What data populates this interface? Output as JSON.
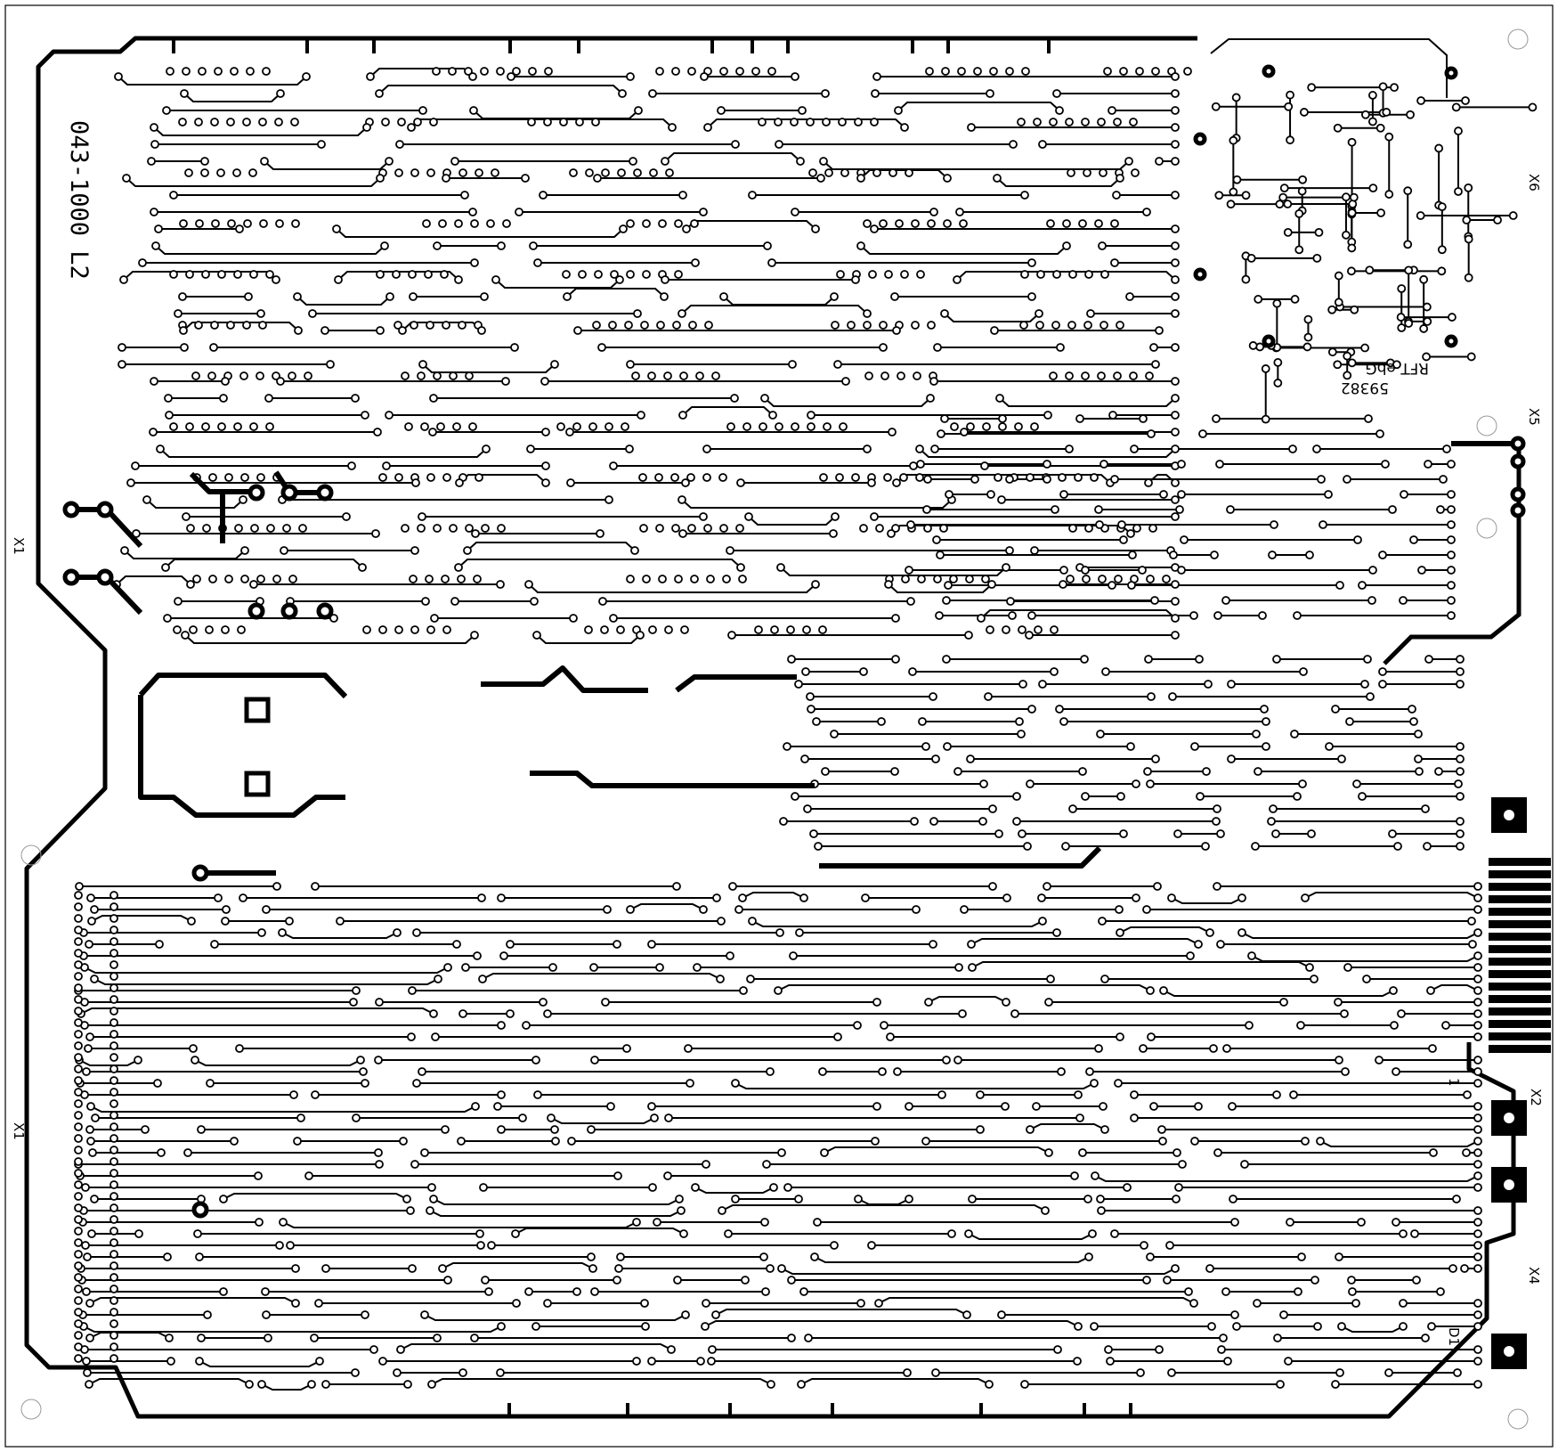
{
  "board": {
    "code_label": "043-1000 L2",
    "maker_label": "RFT ebG",
    "number_label": "59382",
    "pin_label": "1",
    "led_label": "D1"
  },
  "connectors": {
    "x1_top": "X1",
    "x1_bottom": "X1",
    "x2": "X2",
    "x4": "X4",
    "x5": "X5",
    "x6": "X6"
  },
  "colors": {
    "copper": "#000000",
    "background": "#ffffff"
  }
}
